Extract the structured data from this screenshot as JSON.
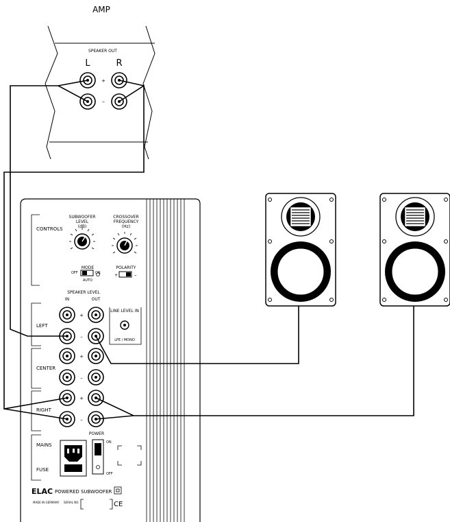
{
  "amp": {
    "title": "AMP",
    "speaker_out": "SPEAKER OUT",
    "left": "L",
    "right": "R",
    "plus": "+",
    "minus": "–"
  },
  "sub": {
    "controls": "CONTROLS",
    "level_title_1": "SUBWOOFER",
    "level_title_2": "LEVEL",
    "level_title_3": "(dB)",
    "xover_title_1": "CROSSOVER",
    "xover_title_2": "FREQUENCY",
    "xover_title_3": "(Hz)",
    "mode": "MODE",
    "mode_off": "OFF",
    "mode_on": "ON",
    "mode_auto": "AUTO",
    "polarity": "POLARITY",
    "pol_plus": "+",
    "pol_minus": "–",
    "speaker_level": "SPEAKER LEVEL",
    "in": "IN",
    "out": "OUT",
    "line_level_in": "LINE LEVEL IN",
    "lfe_mono": "LFE / MONO",
    "left": "LEFT",
    "center": "CENTER",
    "right": "RIGHT",
    "plus": "+",
    "minus": "–",
    "power": "POWER",
    "on": "ON",
    "off": "OFF",
    "mains": "MAINS",
    "fuse": "FUSE",
    "brand": "ELAC",
    "product": "POWERED SUBWOOFER",
    "made_in": "MADE IN GERMANY",
    "serial": "SERIAL NO.",
    "ce": "CE"
  },
  "icons": {
    "level_knob": "rotary-knob-icon",
    "crossover_knob": "rotary-knob-icon",
    "terminal": "binding-post-icon",
    "rca": "rca-jack-icon",
    "mains_socket": "iec-socket-icon",
    "power_switch": "rocker-switch-icon",
    "speaker": "loudspeaker-icon"
  },
  "colors": {
    "line": "#000000",
    "background": "#ffffff"
  }
}
